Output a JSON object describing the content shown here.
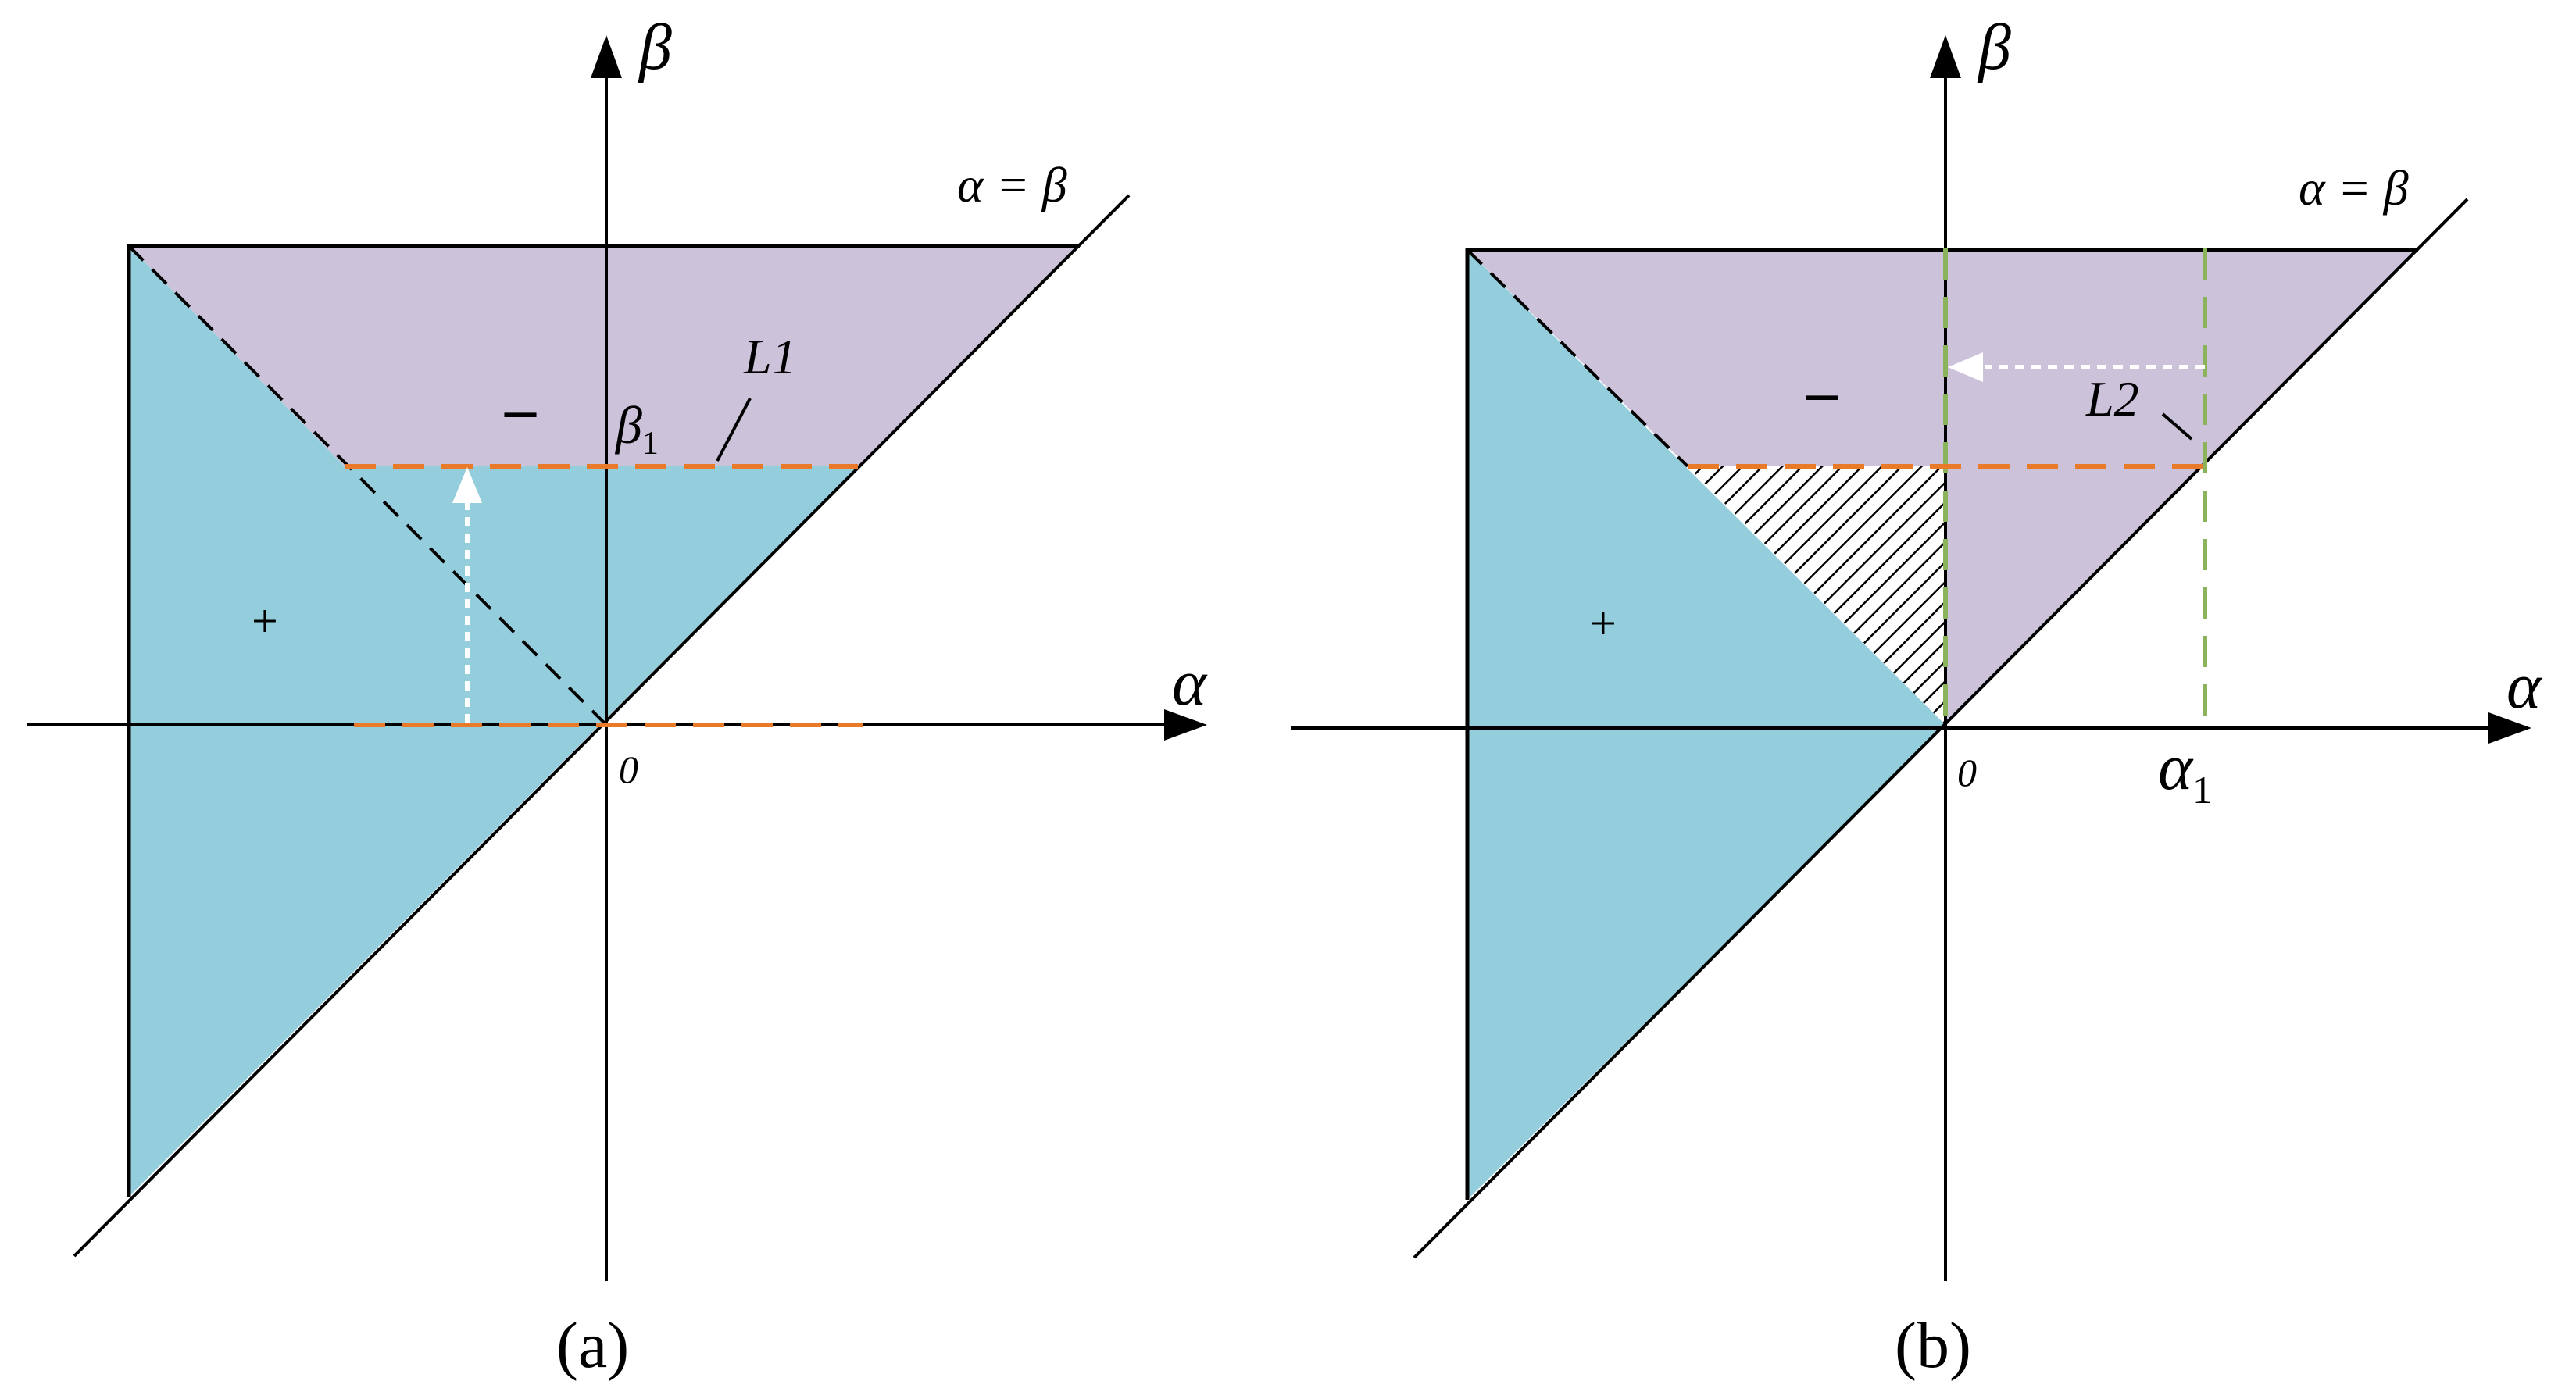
{
  "panels": [
    {
      "id": "a",
      "caption": "(a)",
      "axis_x_label": "α",
      "axis_y_label": "β",
      "origin_label": "0",
      "diagonal_label": "α = β",
      "plus_sign": "+",
      "minus_sign": "–",
      "line_label": "L1",
      "level_label_main": "β",
      "level_label_sub": "1"
    },
    {
      "id": "b",
      "caption": "(b)",
      "axis_x_label": "α",
      "axis_y_label": "β",
      "origin_label": "0",
      "diagonal_label": "α = β",
      "plus_sign": "+",
      "minus_sign": "–",
      "line_label": "L2",
      "level_label_main": "α",
      "level_label_sub": "1"
    }
  ],
  "colors": {
    "positive_region": "#94CEDC",
    "negative_region": "#CCC3DB",
    "orange_dashed": "#E87A2A",
    "green_dashed": "#8BB35C",
    "arrow_white": "#FFFFFF",
    "line": "#000000"
  }
}
